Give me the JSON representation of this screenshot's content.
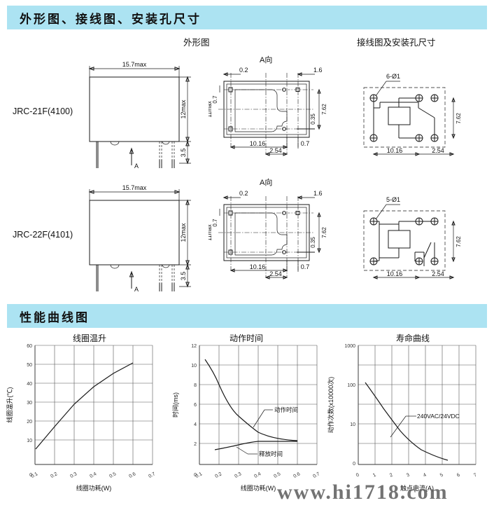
{
  "sections": {
    "outline": {
      "title": "外形图、接线图、安装孔尺寸"
    },
    "curves": {
      "title": "性能曲线图"
    }
  },
  "column_titles": {
    "outline": "外形图",
    "a_view": "A向",
    "wiring": "接线图及安装孔尺寸"
  },
  "rows": [
    {
      "model": "JRC-21F(4100)",
      "outline": {
        "width_dim": "15.7max",
        "height_dim": "12max",
        "pin_dim": "3.5",
        "arrow_label": "A"
      },
      "a_view": {
        "d_left": "0.2",
        "d_right": "1.6",
        "d_top_left": "0.7",
        "d_height_left": "11max",
        "d_035": "0.35",
        "d_762": "7.62",
        "d_1016": "10.16",
        "d_254": "2.54",
        "d_07": "0.7"
      },
      "wiring": {
        "holes": "6-Ø1",
        "d_762": "7.62",
        "d_1016": "10.16",
        "d_254": "2.54"
      }
    },
    {
      "model": "JRC-22F(4101)",
      "outline": {
        "width_dim": "15.7max",
        "height_dim": "12max",
        "pin_dim": "3.5",
        "arrow_label": "A"
      },
      "a_view": {
        "d_left": "0.2",
        "d_right": "1.6",
        "d_top_left": "0.7",
        "d_height_left": "11max",
        "d_035": "0.35",
        "d_762": "7.62",
        "d_1016": "10.16",
        "d_254": "2.54",
        "d_07": "0.7"
      },
      "wiring": {
        "holes": "5-Ø1",
        "d_762": "7.62",
        "d_1016": "10.16",
        "d_254": "2.54"
      }
    }
  ],
  "chart_data": [
    {
      "type": "line",
      "title": "线圈温升",
      "xlabel": "线圈功耗(W)",
      "ylabel": "线圈温升(℃)",
      "xlim": [
        0,
        0.7
      ],
      "ylim": [
        0,
        60
      ],
      "xticks": [
        "0",
        "0.1",
        "0.2",
        "0.3",
        "0.4",
        "0.5",
        "0.6",
        "0.7"
      ],
      "yticks": [
        "0",
        "10",
        "20",
        "30",
        "40",
        "50",
        "60"
      ],
      "grid": true,
      "legend": "none",
      "series": [
        {
          "name": "线圈温升",
          "x": [
            0.105,
            0.2,
            0.3,
            0.4,
            0.5,
            0.6
          ],
          "y": [
            8,
            19,
            30.5,
            39.5,
            47,
            53
          ]
        }
      ]
    },
    {
      "type": "line",
      "title": "动作时间",
      "xlabel": "线圈功耗(W)",
      "ylabel": "时间(ms)",
      "xlim": [
        0,
        0.7
      ],
      "ylim": [
        0,
        12
      ],
      "xticks": [
        "0",
        "0.1",
        "0.2",
        "0.3",
        "0.4",
        "0.5",
        "0.6",
        "0.7"
      ],
      "yticks": [
        "0",
        "2",
        "4",
        "6",
        "8",
        "10",
        "12"
      ],
      "grid": true,
      "legend": "inline-annotations",
      "series": [
        {
          "name": "动作时间",
          "x": [
            0.13,
            0.16,
            0.2,
            0.25,
            0.3,
            0.35,
            0.4,
            0.45,
            0.5,
            0.55
          ],
          "y": [
            10.7,
            9.4,
            8.0,
            6.2,
            4.9,
            3.9,
            3.3,
            2.85,
            2.55,
            2.4
          ]
        },
        {
          "name": "释放时间",
          "x": [
            0.08,
            0.15,
            0.2,
            0.25,
            0.3,
            0.35,
            0.4,
            0.5,
            0.55
          ],
          "y": [
            1.5,
            1.65,
            1.8,
            1.95,
            2.05,
            2.15,
            2.2,
            2.2,
            2.2
          ]
        }
      ],
      "annotations": [
        {
          "text": "动作时间",
          "x": 0.42,
          "y": 5.3
        },
        {
          "text": "释放时间",
          "x": 0.37,
          "y": 1.25
        }
      ]
    },
    {
      "type": "line",
      "title": "寿命曲线",
      "xlabel": "触点电流(A)",
      "ylabel": "动作次数(x10000次)",
      "yscale": "log",
      "xlim": [
        0,
        7
      ],
      "ylim": [
        1,
        1000
      ],
      "xticks": [
        "0",
        "1",
        "2",
        "3",
        "4",
        "5",
        "6",
        "7"
      ],
      "yticks": [
        "0",
        "10",
        "100",
        "1000"
      ],
      "grid": true,
      "legend": "inline-annotations",
      "series": [
        {
          "name": "240VAC/24VDC",
          "x": [
            0.45,
            1.0,
            1.5,
            2.0,
            2.5,
            3.0,
            3.5,
            4.0,
            4.5,
            5.0
          ],
          "y": [
            130,
            52,
            26,
            13,
            8.0,
            5.2,
            3.5,
            2.5,
            1.9,
            1.55
          ]
        }
      ],
      "annotations": [
        {
          "text": "240VAC/24VDC",
          "x": 3.1,
          "y": 12
        }
      ]
    }
  ],
  "watermark": {
    "text": "www.hi1718.com"
  }
}
